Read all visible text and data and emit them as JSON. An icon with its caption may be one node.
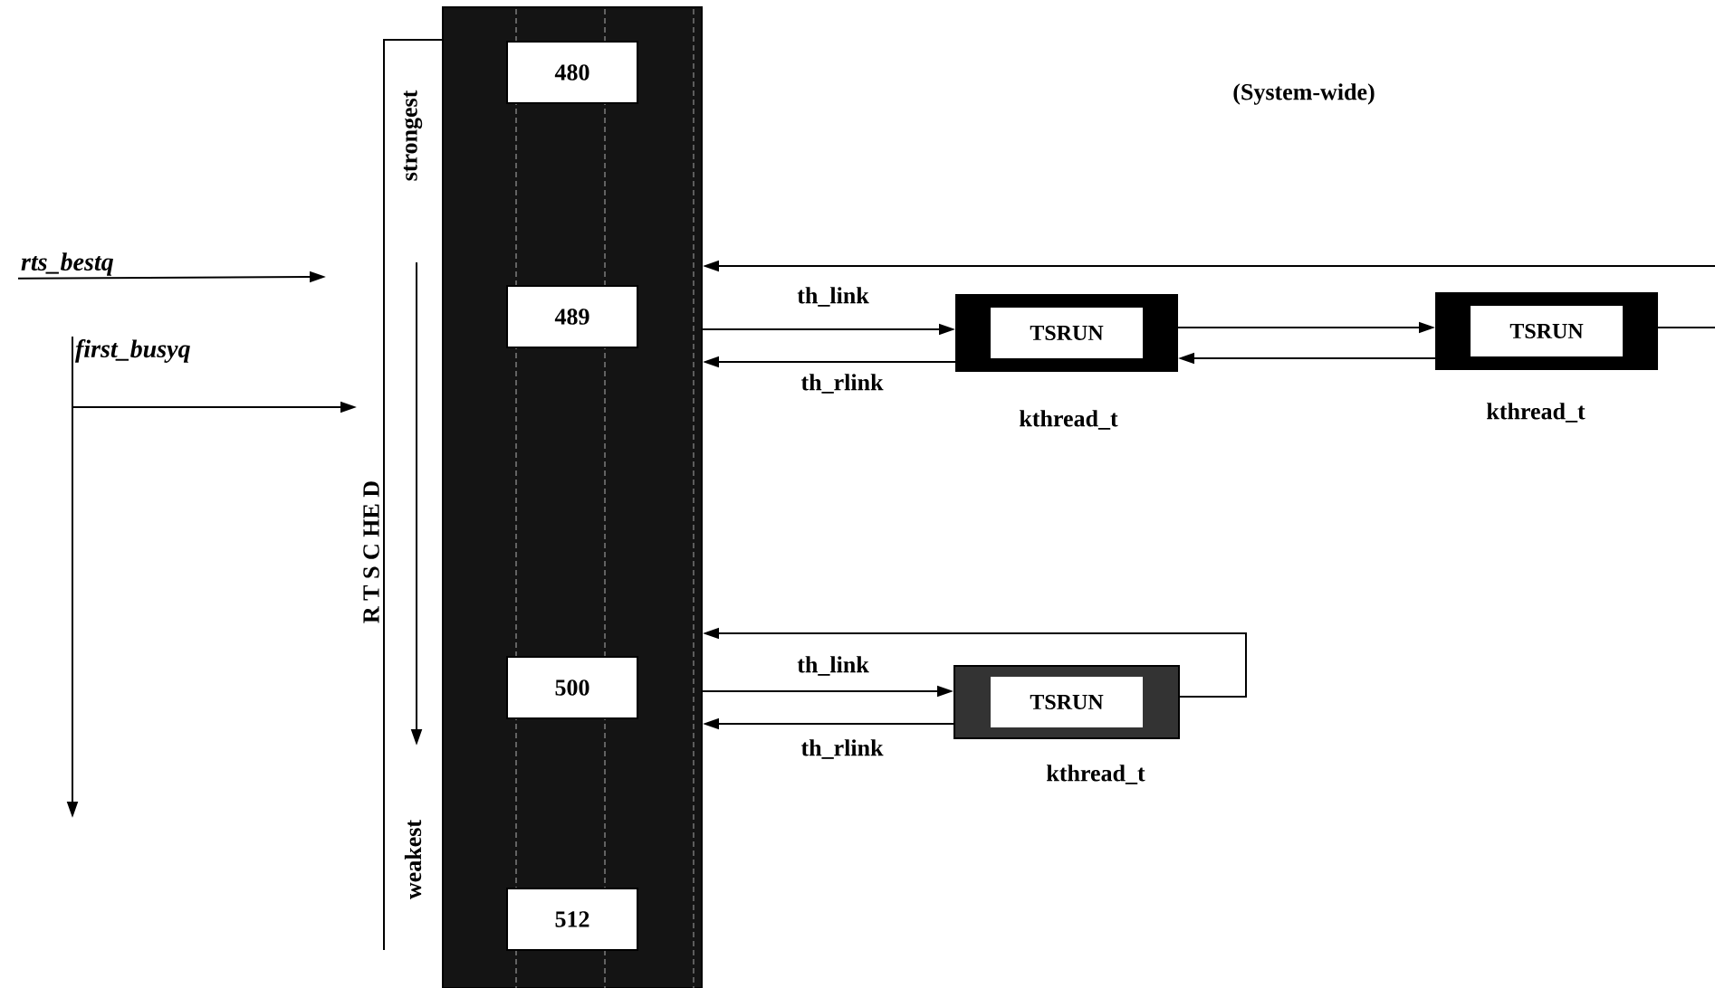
{
  "diagram": {
    "nodes": [
      {
        "text": [],
        "shape": "bar"
      },
      {
        "text": [
          "480"
        ],
        "in": 0
      },
      {
        "text": [
          "489"
        ],
        "in": 0
      },
      {
        "text": [
          "500"
        ],
        "in": 0
      },
      {
        "text": [
          "512"
        ],
        "in": 0
      },
      {
        "text": [
          "TSRUN"
        ],
        "beside": [
          "kthread_t"
        ]
      },
      {
        "text": [
          "TSRUN"
        ],
        "beside": [
          "kthread_t"
        ]
      },
      {
        "text": [
          "TSRUN"
        ],
        "beside": [
          "kthread_t"
        ]
      },
      {
        "text": [
          "*rts_bestq*"
        ]
      },
      {
        "text": [
          "*first_busyq*"
        ]
      }
    ],
    "edges": [
      {
        "from": 0,
        "to": 5,
        "arrow": "to",
        "label": "th_link"
      },
      {
        "from": 5,
        "to": 0,
        "arrow": "to",
        "label": "th_rlink"
      },
      {
        "from": 5,
        "to": 6,
        "arrow": "to"
      },
      {
        "from": 6,
        "to": 5,
        "arrow": "to"
      },
      {
        "from": 6,
        "to": null,
        "arrow": "none"
      },
      {
        "from": null,
        "to": 0,
        "arrow": "to"
      },
      {
        "from": 0,
        "to": 7,
        "arrow": "to",
        "label": "th_link"
      },
      {
        "from": 7,
        "to": 0,
        "arrow": "to",
        "label": "th_rlink"
      },
      {
        "from": 7,
        "to": 0,
        "arrow": "to"
      },
      {
        "from": 8,
        "to": null,
        "arrow": "to"
      },
      {
        "from": 9,
        "to": null,
        "arrow": "to"
      },
      {
        "from": 9,
        "to": null,
        "arrow": "to"
      }
    ],
    "labels": [
      "(System-wide)",
      "strongest",
      "R T S C HE D",
      "weakest"
    ]
  }
}
